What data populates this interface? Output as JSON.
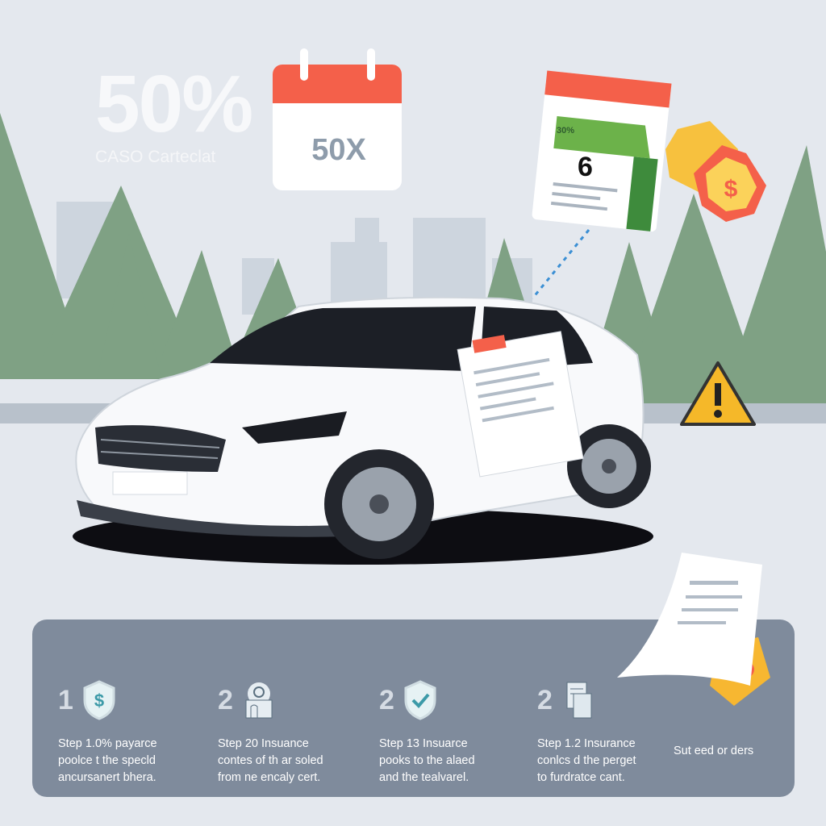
{
  "headline": {
    "percent": "50%",
    "subtitle": "CASO Carteclat"
  },
  "calendar_left": {
    "value": "50X"
  },
  "calendar_right": {
    "percent": "30%",
    "value": "6"
  },
  "colors": {
    "background": "#e4e8ee",
    "panel": "#7f8b9c",
    "calendar_header": "#f4604a",
    "tree": "#7fa184",
    "warning": "#f5b829",
    "coin": "#f7b731"
  },
  "icons": [
    "calendar-icon",
    "dollar-badge-icon",
    "warning-icon",
    "shield-dollar-icon",
    "house-gear-icon",
    "shield-check-icon",
    "documents-icon"
  ],
  "steps": [
    {
      "number": "1",
      "icon": "shield-dollar-icon",
      "lines": [
        "Step 1.0% payarce",
        "poolce t the specld",
        "ancursanert bhera."
      ]
    },
    {
      "number": "2",
      "icon": "house-gear-icon",
      "lines": [
        "Step 20 Insuance",
        "contes of th ar soled",
        "from ne encaly cert."
      ]
    },
    {
      "number": "2",
      "icon": "shield-check-icon",
      "lines": [
        "Step 13 Insuarce",
        "pooks to the alaed",
        "and the tealvarel."
      ]
    },
    {
      "number": "2",
      "icon": "documents-icon",
      "lines": [
        "Step 1.2 Insurance",
        "conlcs d the perget",
        "to furdratce cant."
      ]
    }
  ],
  "extra_text": "Sut eed or ders"
}
